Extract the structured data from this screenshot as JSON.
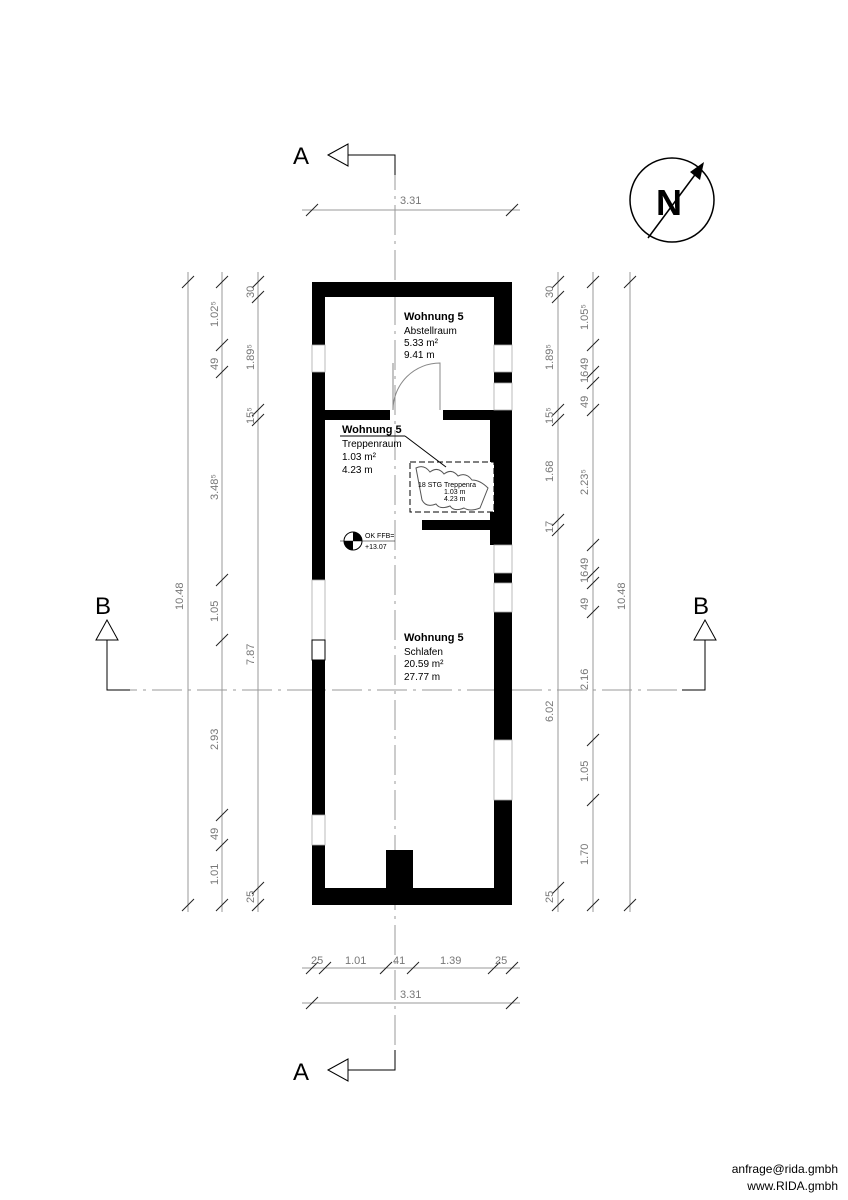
{
  "rooms": [
    {
      "apartment": "Wohnung 5",
      "name": "Abstellraum",
      "area": "5.33 m²",
      "perimeter": "9.41 m"
    },
    {
      "apartment": "Wohnung 5",
      "name": "Treppenraum",
      "area": "1.03 m²",
      "perimeter": "4.23 m"
    },
    {
      "apartment": "Wohnung 5",
      "name": "Schlafen",
      "area": "20.59 m²",
      "perimeter": "27.77 m"
    }
  ],
  "stair_label": {
    "line1": "18 STG Treppenra",
    "line2": "1.03 m",
    "line3": "4.23 m"
  },
  "level_mark": {
    "label": "OK FFB=",
    "value": "+13.07"
  },
  "sections": {
    "a": "A",
    "b": "B"
  },
  "north": "N",
  "dims": {
    "top_total": "3.31",
    "bottom_total": "3.31",
    "bottom": [
      "25",
      "1.01",
      "41",
      "1.39",
      "25"
    ],
    "left_outer": "10.48",
    "left_mid": [
      "1.02⁵",
      "49",
      "3.48⁵",
      "1.05",
      "2.93",
      "49",
      "1.01"
    ],
    "left_inner": [
      "30",
      "1.89⁵",
      "15⁵",
      "7.87",
      "25"
    ],
    "right_inner": [
      "30",
      "1.89⁵",
      "15⁵",
      "1.68",
      "17",
      "6.02",
      "25"
    ],
    "right_mid": [
      "1.05⁵",
      "49",
      "16",
      "49",
      "2.23⁵",
      "49",
      "16",
      "49",
      "2.16",
      "1.05",
      "1.70"
    ],
    "right_outer": "10.48"
  },
  "footer": {
    "email": "anfrage@rida.gmbh",
    "web": "www.RIDA.gmbh"
  }
}
